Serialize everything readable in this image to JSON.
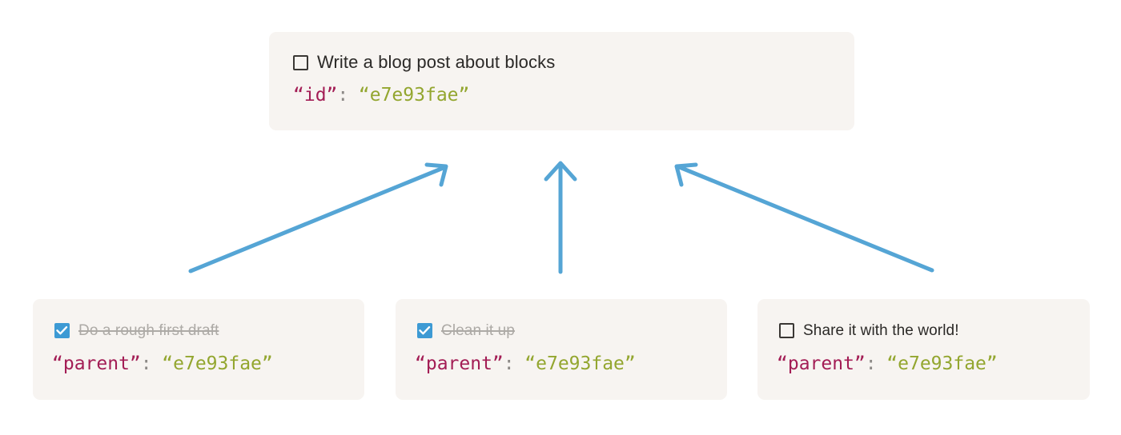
{
  "diagram": {
    "title": "Block parent/child relationship diagram",
    "accent_arrow_color": "#55a5d5",
    "card_background": "#f7f4f1",
    "json_key_color": "#a31d55",
    "json_value_color": "#93a62f",
    "checkbox_checked_color": "#3d9ad4",
    "done_text_color": "#adaaa6"
  },
  "root_card": {
    "todo": {
      "label": "Write a blog post about blocks",
      "checked": false,
      "checkbox_icon": "checkbox-unchecked-icon"
    },
    "json": {
      "key": "“id”",
      "colon": ":",
      "value": "“e7e93fae”"
    }
  },
  "child_cards": [
    {
      "todo": {
        "label": "Do a rough first draft",
        "checked": true,
        "checkbox_icon": "checkbox-checked-icon"
      },
      "json": {
        "key": "“parent”",
        "colon": ":",
        "value": "“e7e93fae”"
      }
    },
    {
      "todo": {
        "label": "Clean it up",
        "checked": true,
        "checkbox_icon": "checkbox-checked-icon"
      },
      "json": {
        "key": "“parent”",
        "colon": ":",
        "value": "“e7e93fae”"
      }
    },
    {
      "todo": {
        "label": "Share it with the world!",
        "checked": false,
        "checkbox_icon": "checkbox-unchecked-icon"
      },
      "json": {
        "key": "“parent”",
        "colon": ":",
        "value": "“e7e93fae”"
      }
    }
  ],
  "arrows": [
    {
      "name": "arrow-child0-to-root",
      "from": "child-card-0",
      "to": "root-card",
      "direction": "up-right"
    },
    {
      "name": "arrow-child1-to-root",
      "from": "child-card-1",
      "to": "root-card",
      "direction": "up"
    },
    {
      "name": "arrow-child2-to-root",
      "from": "child-card-2",
      "to": "root-card",
      "direction": "up-left"
    }
  ]
}
